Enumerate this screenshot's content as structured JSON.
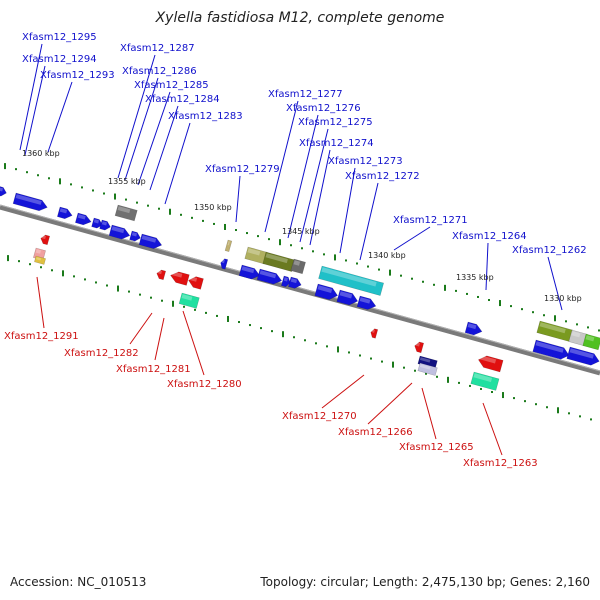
{
  "title": "Xylella fastidiosa M12, complete genome",
  "footer": {
    "accession": "Accession: NC_010513",
    "summary": "Topology: circular; Length: 2,475,130 bp; Genes: 2,160"
  },
  "colors": {
    "forward_label": "#1010cc",
    "reverse_label": "#cc1010",
    "backbone": "#888888",
    "tick": "#1a7a1a"
  },
  "position_labels": [
    "1360 kbp",
    "1355 kbp",
    "1350 kbp",
    "1345 kbp",
    "1340 kbp",
    "1335 kbp",
    "1330 kbp"
  ],
  "forward_genes": [
    "Xfasm12_1295",
    "Xfasm12_1294",
    "Xfasm12_1293",
    "Xfasm12_1287",
    "Xfasm12_1286",
    "Xfasm12_1285",
    "Xfasm12_1284",
    "Xfasm12_1283",
    "Xfasm12_1279",
    "Xfasm12_1277",
    "Xfasm12_1276",
    "Xfasm12_1275",
    "Xfasm12_1274",
    "Xfasm12_1273",
    "Xfasm12_1272",
    "Xfasm12_1271",
    "Xfasm12_1264",
    "Xfasm12_1262"
  ],
  "reverse_genes": [
    "Xfasm12_1291",
    "Xfasm12_1282",
    "Xfasm12_1281",
    "Xfasm12_1280",
    "Xfasm12_1270",
    "Xfasm12_1266",
    "Xfasm12_1265",
    "Xfasm12_1263"
  ]
}
